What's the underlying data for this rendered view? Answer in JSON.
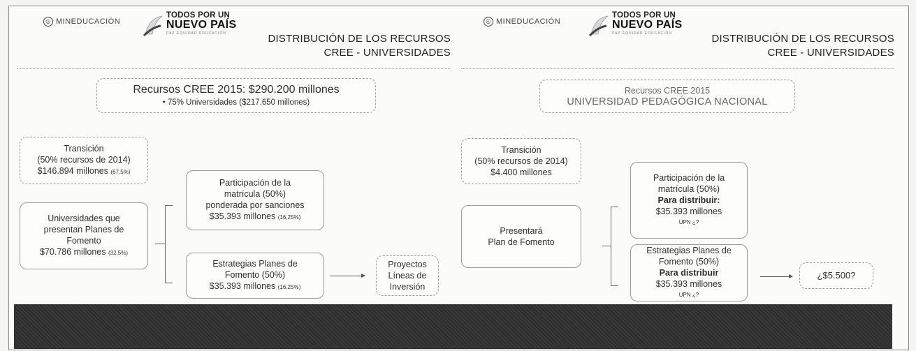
{
  "left": {
    "header": {
      "mineducacion": "MINEDUCACIÓN",
      "todos_line1": "TODOS POR UN",
      "todos_line2": "NUEVO PAÍS",
      "todos_line3": "PAZ EQUIDAD EDUCACIÓN",
      "title_line1": "DISTRIBUCIÓN DE LOS RECURSOS",
      "title_line2": "CREE - UNIVERSIDADES"
    },
    "total_box": {
      "line1": "Recursos CREE 2015: $290.200 millones",
      "line2": "•   75% Universidades    ($217.650 millones)"
    },
    "transicion": {
      "line1": "Transición",
      "line2": "(50% recursos de 2014)",
      "line3": "$146.894 millones",
      "pct": "(67,5%)"
    },
    "universidades": {
      "line1": "Universidades que",
      "line2": "presentan Planes de",
      "line3": "Fomento",
      "line4": "$70.786 millones",
      "pct": "(32,5%)"
    },
    "participacion": {
      "line1": "Participación de la",
      "line2": "matrícula (50%)",
      "line3": "ponderada por sanciones",
      "line4": "$35.393 millones",
      "pct": "(16,25%)"
    },
    "estrategias": {
      "line1": "Estrategias Planes de",
      "line2": "Fomento (50%)",
      "line3": "$35.393 millones",
      "pct": "(16,25%)"
    },
    "proyectos": {
      "line1": "Proyectos",
      "line2": "Líneas de",
      "line3": "Inversión"
    }
  },
  "right": {
    "header": {
      "mineducacion": "MINEDUCACIÓN",
      "todos_line1": "TODOS POR UN",
      "todos_line2": "NUEVO PAÍS",
      "todos_line3": "PAZ EQUIDAD EDUCACIÓN",
      "title_line1": "DISTRIBUCIÓN DE LOS RECURSOS",
      "title_line2": "CREE - UNIVERSIDADES"
    },
    "total_box": {
      "line1": "Recursos CREE 2015",
      "line2": "UNIVERSIDAD PEDAGÓGICA NACIONAL"
    },
    "transicion": {
      "line1": "Transición",
      "line2": "(50% recursos de 2014)",
      "line3": "$4.400 millones"
    },
    "presentara": {
      "line1": "Presentará",
      "line2": "Plan de Fomento"
    },
    "participacion": {
      "line1": "Participación de la",
      "line2": "matrícula (50%)",
      "line3": "Para distribuir:",
      "line4": "$35.393 millones",
      "note": "UPN ¿?"
    },
    "estrategias": {
      "line1": "Estrategias Planes de",
      "line2": "Fomento (50%)",
      "line3": "Para distribuir",
      "line4": "$35.393 millones",
      "note": "UPN ¿?"
    },
    "result": {
      "label": "¿$5.500?"
    }
  }
}
